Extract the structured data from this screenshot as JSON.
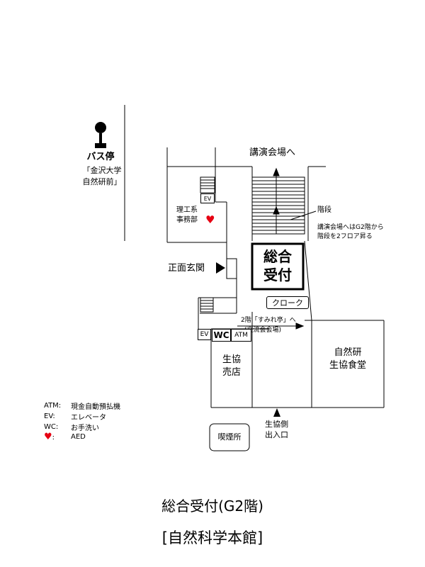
{
  "map": {
    "bus_stop": {
      "label": "バス停",
      "name_line1": "「金沢大学",
      "name_line2": "自然研前」"
    },
    "lecture_hall_arrow": "講演会場へ",
    "science_office": {
      "line1": "理工系",
      "line2": "事務部"
    },
    "stairs": {
      "label": "階段",
      "note_line1": "講演会場へはG2階から",
      "note_line2": "階段を2フロア昇る"
    },
    "main_entrance": "正面玄関",
    "reception": {
      "line1": "総合",
      "line2": "受付"
    },
    "cloak": "クローク",
    "sumiretei": {
      "line1": "2階「すみれ亭」へ",
      "line2": "(交流会会場)"
    },
    "ev_label": "EV",
    "wc_label": "WC",
    "atm_label": "ATM",
    "coop_store": {
      "line1": "生協",
      "line2": "売店"
    },
    "cafeteria": {
      "line1": "自然研",
      "line2": "生協食堂"
    },
    "coop_entrance": {
      "line1": "生協側",
      "line2": "出入口"
    },
    "smoking_area": "喫煙所",
    "heart_symbol": "♥"
  },
  "legend": [
    {
      "key": "ATM:",
      "value": "現金自動預払機"
    },
    {
      "key": "EV:",
      "value": "エレベータ"
    },
    {
      "key": "WC:",
      "value": "お手洗い"
    },
    {
      "key": ":",
      "value": "AED"
    }
  ],
  "title": {
    "line1": "総合受付(G2階)",
    "line2": "[自然科学本館]"
  },
  "colors": {
    "aed": "#e60012",
    "lines": "#000000"
  }
}
